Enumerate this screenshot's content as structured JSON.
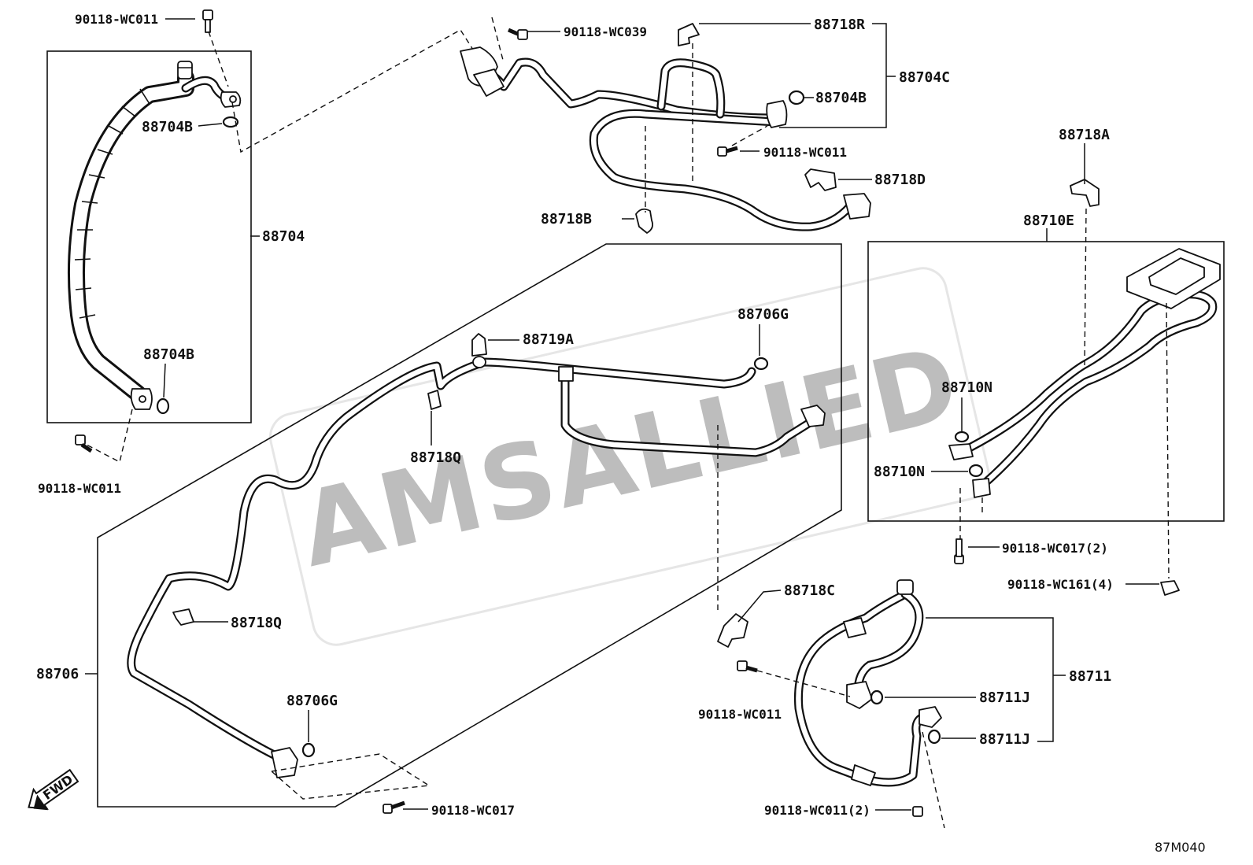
{
  "watermark": "AMSALLIED",
  "ref_code": "87M040",
  "fwd_label": "FWD",
  "labels": {
    "c_90118_wc011_a": "90118-WC011",
    "c_88704b_a": "88704B",
    "c_88704b_b": "88704B",
    "c_88704": "88704",
    "c_90118_wc011_b": "90118-WC011",
    "c_90118_wc039": "90118-WC039",
    "c_88718r": "88718R",
    "c_88704c": "88704C",
    "c_88704b_c": "88704B",
    "c_90118_wc011_c": "90118-WC011",
    "c_88718d": "88718D",
    "c_88718b": "88718B",
    "c_88718a": "88718A",
    "c_88710e": "88710E",
    "c_88706g_a": "88706G",
    "c_88719a": "88719A",
    "c_88718q_a": "88718Q",
    "c_88710n_a": "88710N",
    "c_88710n_b": "88710N",
    "c_90118_wc017_2": "90118-WC017(2)",
    "c_90118_wc161_4": "90118-WC161(4)",
    "c_88718c": "88718C",
    "c_88718q_b": "88718Q",
    "c_88711": "88711",
    "c_88706": "88706",
    "c_88706g_b": "88706G",
    "c_90118_wc011_d": "90118-WC011",
    "c_88711j_a": "88711J",
    "c_88711j_b": "88711J",
    "c_90118_wc017": "90118-WC017",
    "c_90118_wc011_2": "90118-WC011(2)"
  }
}
